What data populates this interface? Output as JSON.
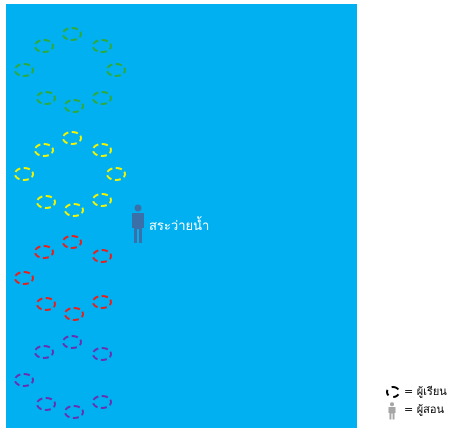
{
  "pool": {
    "label": "สระว่ายน้ำ",
    "color": "#00b0f0",
    "label_color": "#ffffff"
  },
  "teacher": {
    "icon": "person-icon",
    "color": "#3b6fa8"
  },
  "student_groups": [
    {
      "group": "green",
      "color": "#2eaa3a",
      "students": 8
    },
    {
      "group": "yellow",
      "color": "#f4f400",
      "students": 8
    },
    {
      "group": "red",
      "color": "#e8201c",
      "students": 7
    },
    {
      "group": "purple",
      "color": "#6a2fb0",
      "students": 7
    }
  ],
  "legend": {
    "student_label": "= ผู้เรียน",
    "teacher_label": "= ผู้สอน",
    "student_icon": "dashed-circle-icon",
    "teacher_icon": "person-icon",
    "teacher_icon_color": "#a6a6a6"
  }
}
